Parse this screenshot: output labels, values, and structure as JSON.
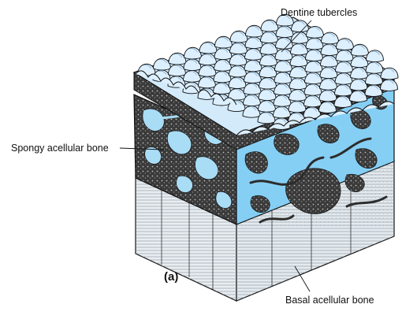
{
  "labels": {
    "dentine_tubercles": "Dentine tubercles",
    "spongy_acellular_bone": "Spongy acellular bone",
    "basal_acellular_bone": "Basal acellular bone",
    "panel": "(a)"
  },
  "colors": {
    "tubercle_fill": "#dcefff",
    "tubercle_shade": "#bcdcf4",
    "bone_blue": "#8fd3f7",
    "bone_blue_dark": "#5bb8ee",
    "bone_light": "#d6eef9",
    "dark_mass": "#2b2b2b",
    "basal_layer": "#e9eef2",
    "line": "#111111"
  }
}
